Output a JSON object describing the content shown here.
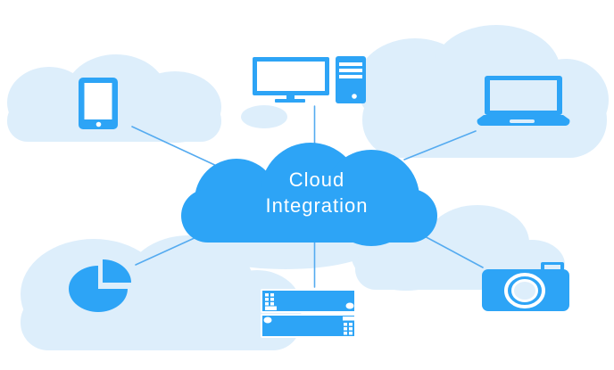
{
  "diagram": {
    "hub": {
      "label_line1": "Cloud",
      "label_line2": "Integration"
    },
    "nodes": [
      {
        "id": "tablet",
        "icon": "tablet-icon",
        "position": "top-left"
      },
      {
        "id": "desktop-computer",
        "icon": "desktop-computer-icon",
        "position": "top-center"
      },
      {
        "id": "laptop",
        "icon": "laptop-icon",
        "position": "top-right"
      },
      {
        "id": "pie-chart",
        "icon": "pie-chart-icon",
        "position": "bottom-left"
      },
      {
        "id": "server-rack",
        "icon": "server-rack-icon",
        "position": "bottom-center"
      },
      {
        "id": "camera",
        "icon": "camera-icon",
        "position": "bottom-right"
      }
    ],
    "edges": [
      {
        "from": "tablet",
        "to": "cloud-integration-hub"
      },
      {
        "from": "desktop-computer",
        "to": "cloud-integration-hub"
      },
      {
        "from": "laptop",
        "to": "cloud-integration-hub"
      },
      {
        "from": "pie-chart",
        "to": "cloud-integration-hub"
      },
      {
        "from": "server-rack",
        "to": "cloud-integration-hub"
      },
      {
        "from": "camera",
        "to": "cloud-integration-hub"
      }
    ],
    "colors": {
      "accent": "#2da4f6",
      "cloud_bg": "#ddeefb",
      "connector": "#55abf0",
      "label_text": "#ffffff",
      "canvas_bg": "#ffffff"
    }
  }
}
